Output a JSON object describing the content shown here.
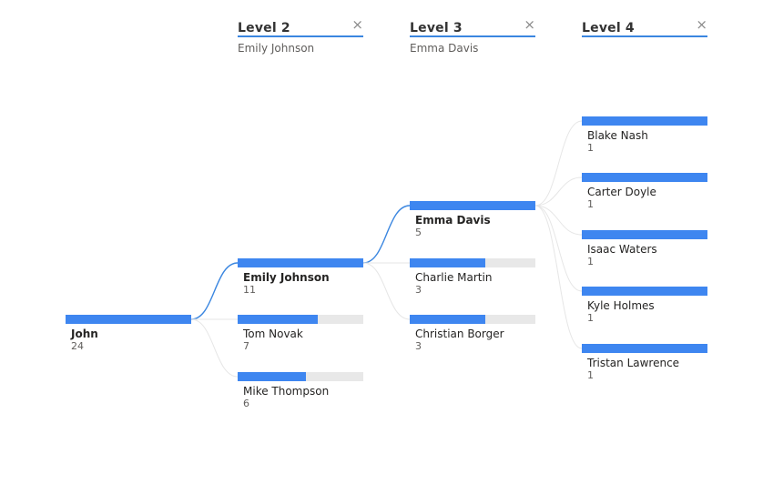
{
  "levels": [
    {
      "title": "Level 2",
      "selected": "Emily Johnson"
    },
    {
      "title": "Level 3",
      "selected": "Emma Davis"
    },
    {
      "title": "Level 4",
      "selected": ""
    }
  ],
  "close_glyph": "×",
  "colors": {
    "bar": "#3e86f0",
    "track": "#e8e8e8",
    "active_link": "#3a86e0",
    "inactive_link": "#e6e6e6"
  },
  "tree": {
    "max_value": 24,
    "columns": [
      [
        {
          "label": "John",
          "value": 24,
          "selected": true
        }
      ],
      [
        {
          "label": "Emily Johnson",
          "value": 11,
          "selected": true
        },
        {
          "label": "Tom Novak",
          "value": 7,
          "selected": false
        },
        {
          "label": "Mike Thompson",
          "value": 6,
          "selected": false
        }
      ],
      [
        {
          "label": "Emma Davis",
          "value": 5,
          "selected": true
        },
        {
          "label": "Charlie Martin",
          "value": 3,
          "selected": false
        },
        {
          "label": "Christian Borger",
          "value": 3,
          "selected": false
        }
      ],
      [
        {
          "label": "Blake Nash",
          "value": 1,
          "selected": false
        },
        {
          "label": "Carter Doyle",
          "value": 1,
          "selected": false
        },
        {
          "label": "Isaac Waters",
          "value": 1,
          "selected": false
        },
        {
          "label": "Kyle Holmes",
          "value": 1,
          "selected": false
        },
        {
          "label": "Tristan Lawrence",
          "value": 1,
          "selected": false
        }
      ]
    ]
  }
}
